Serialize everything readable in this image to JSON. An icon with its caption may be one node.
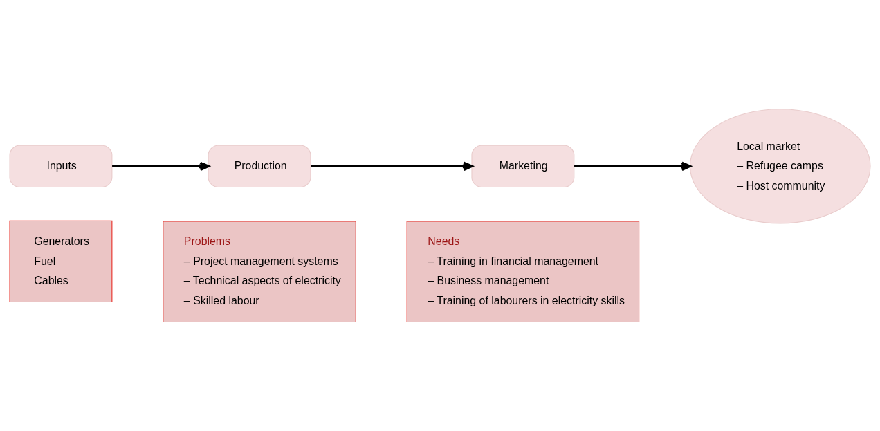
{
  "diagram": {
    "nodes": [
      {
        "text": [
          "Inputs"
        ]
      },
      {
        "text": [
          "Production"
        ]
      },
      {
        "text": [
          "Marketing"
        ]
      },
      {
        "text": [
          "Local market",
          "– Refugee camps",
          "– Host community"
        ]
      },
      {
        "text": [
          "Generators",
          "Fuel",
          "Cables"
        ]
      },
      {
        "text": [
          "Problems",
          "– Project management systems",
          "– Technical aspects of electricity",
          "– Skilled labour"
        ]
      },
      {
        "text": [
          "Needs",
          "– Training in financial management",
          "– Business management",
          "– Training of labourers in electricity skills"
        ]
      }
    ],
    "edges": [
      {
        "from": 0,
        "to": 1,
        "arrow": "to"
      },
      {
        "from": 1,
        "to": 2,
        "arrow": "to"
      },
      {
        "from": 2,
        "to": 3,
        "arrow": "to"
      }
    ]
  }
}
